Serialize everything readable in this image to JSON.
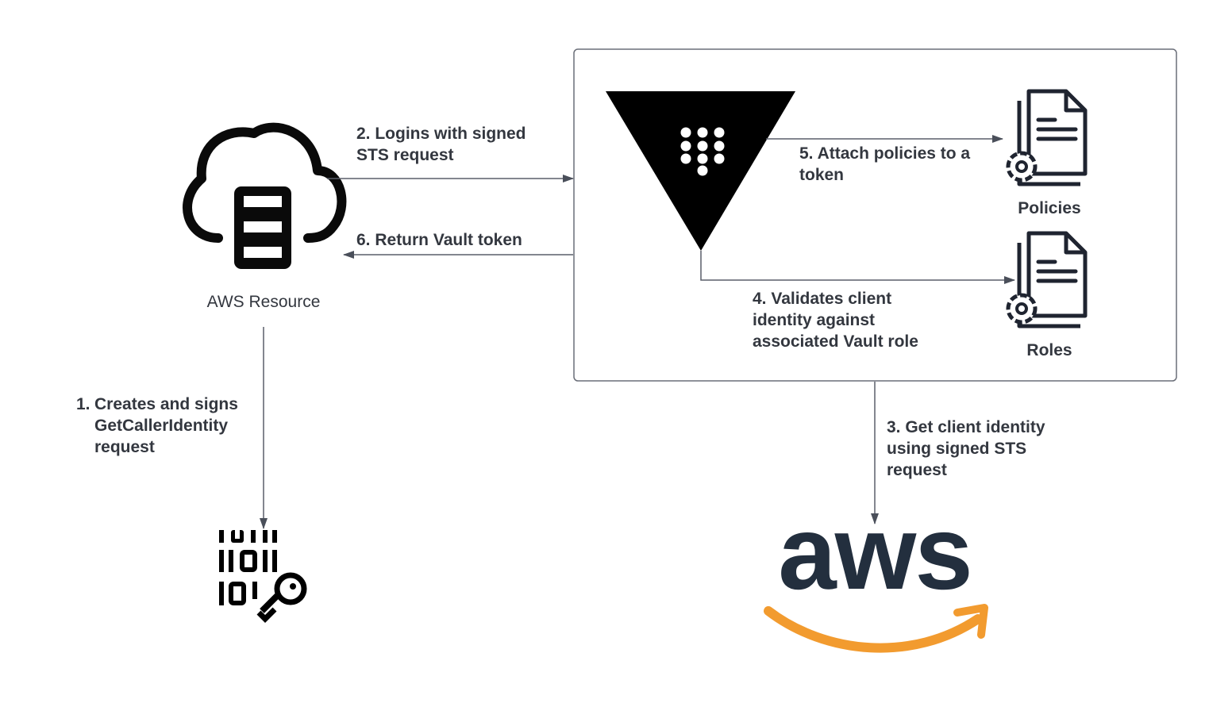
{
  "resource": {
    "label": "AWS Resource"
  },
  "vault": {
    "policies_label": "Policies",
    "roles_label": "Roles"
  },
  "steps": {
    "s1": {
      "num": "1.",
      "lines": [
        "Creates and signs",
        "GetCallerIdentity",
        "request"
      ]
    },
    "s2": {
      "lines": [
        "2. Logins with signed",
        "STS request"
      ]
    },
    "s3": {
      "lines": [
        "3. Get client identity",
        "using signed STS",
        "request"
      ]
    },
    "s4": {
      "lines": [
        "4. Validates client",
        "identity against",
        "associated Vault role"
      ]
    },
    "s5": {
      "lines": [
        "5. Attach policies to a",
        "token"
      ]
    },
    "s6": {
      "lines": [
        "6. Return Vault token"
      ]
    }
  },
  "aws_logo": {
    "wordmark": "aws"
  },
  "colors": {
    "line": "#5a5f6a",
    "icon": "#0a0a0a",
    "dark_icon": "#232f3e",
    "aws_orange": "#f29b2f",
    "text": "#33373f"
  }
}
